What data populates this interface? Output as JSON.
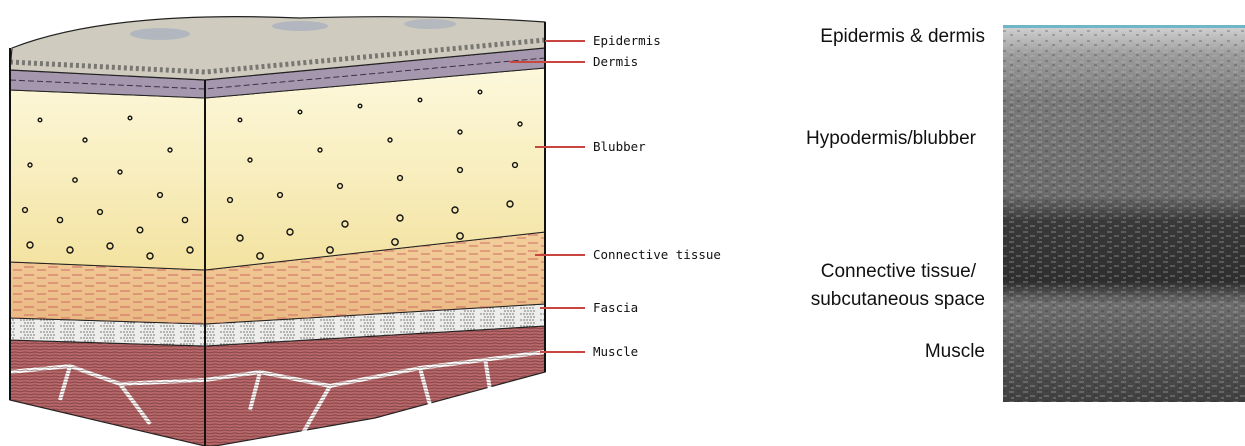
{
  "diagram": {
    "layer_labels": [
      {
        "text": "Epidermis"
      },
      {
        "text": "Dermis"
      },
      {
        "text": "Blubber"
      },
      {
        "text": "Connective tissue"
      },
      {
        "text": "Fascia"
      },
      {
        "text": "Muscle"
      }
    ],
    "colors": {
      "epidermis": "#cfcbbf",
      "dermis": "#a597ad",
      "blubber_top": "#fbf4d2",
      "blubber_bottom": "#f4e6a7",
      "connective": "#f0c28e",
      "fascia": "#ececea",
      "muscle": "#b8686a",
      "callout_line": "#c8463f"
    }
  },
  "ultrasound": {
    "labels": [
      {
        "text": "Epidermis & dermis"
      },
      {
        "text": "Hypodermis/blubber"
      },
      {
        "text": "Connective tissue/"
      },
      {
        "text": "subcutaneous space"
      },
      {
        "text": "Muscle"
      }
    ]
  }
}
